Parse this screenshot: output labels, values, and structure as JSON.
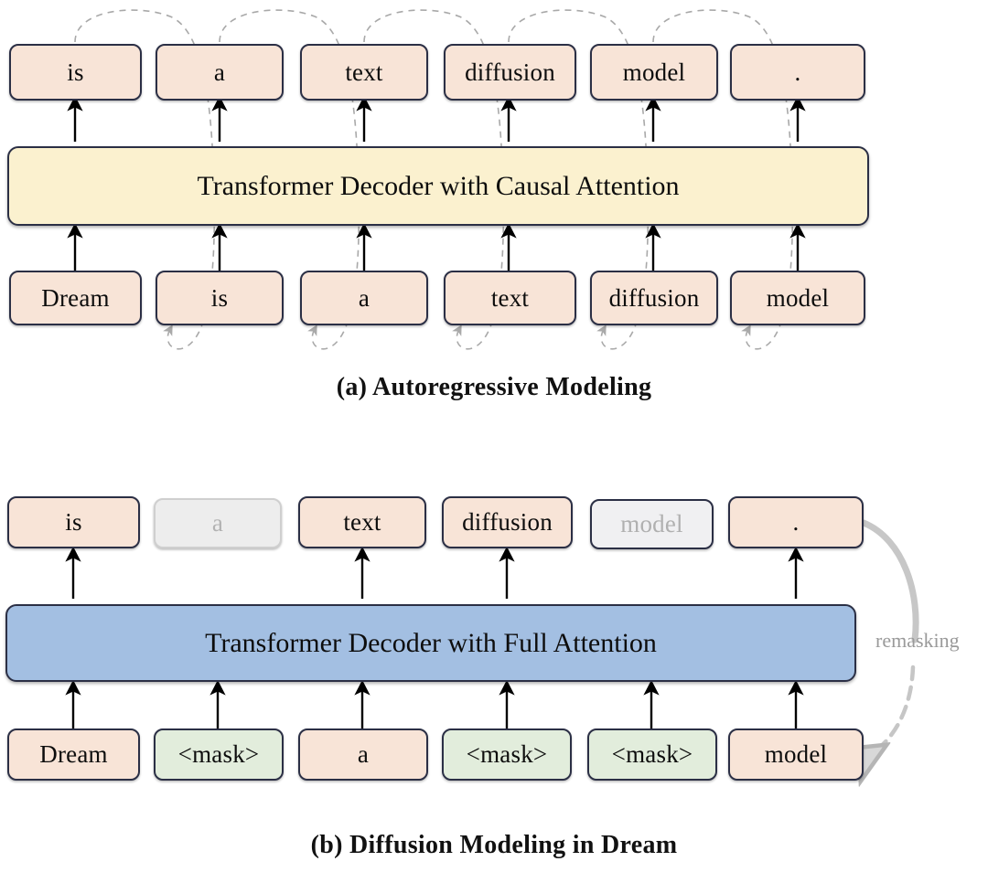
{
  "figure": {
    "panels": [
      {
        "id": "a",
        "caption": "(a) Autoregressive Modeling",
        "bar_label": "Transformer Decoder with Causal Attention",
        "bar_color": "#fbf1cf",
        "output_tokens": [
          {
            "text": "is",
            "state": "active"
          },
          {
            "text": "a",
            "state": "active"
          },
          {
            "text": "text",
            "state": "active"
          },
          {
            "text": "diffusion",
            "state": "active"
          },
          {
            "text": "model",
            "state": "active"
          },
          {
            "text": ".",
            "state": "active"
          }
        ],
        "input_tokens": [
          {
            "text": "Dream",
            "state": "active"
          },
          {
            "text": "is",
            "state": "active"
          },
          {
            "text": "a",
            "state": "active"
          },
          {
            "text": "text",
            "state": "active"
          },
          {
            "text": "diffusion",
            "state": "active"
          },
          {
            "text": "model",
            "state": "active"
          }
        ]
      },
      {
        "id": "b",
        "caption": "(b) Diffusion Modeling in Dream",
        "bar_label": "Transformer Decoder with Full Attention",
        "bar_color": "#a3bfe2",
        "remasking_label": "remasking",
        "output_tokens": [
          {
            "text": "is",
            "state": "active"
          },
          {
            "text": "a",
            "state": "greyed"
          },
          {
            "text": "text",
            "state": "active"
          },
          {
            "text": "diffusion",
            "state": "active"
          },
          {
            "text": "model",
            "state": "remasked"
          },
          {
            "text": ".",
            "state": "active"
          }
        ],
        "input_tokens": [
          {
            "text": "Dream",
            "state": "active"
          },
          {
            "text": "<mask>",
            "state": "mask"
          },
          {
            "text": "a",
            "state": "active"
          },
          {
            "text": "<mask>",
            "state": "mask"
          },
          {
            "text": "<mask>",
            "state": "mask"
          },
          {
            "text": "model",
            "state": "active"
          }
        ]
      }
    ],
    "colors": {
      "token_peach": "#f8e4d7",
      "token_green": "#e2eddc",
      "token_grey": "#ededed",
      "border_navy": "#2b2f45",
      "bar_yellow": "#fbf1cf",
      "bar_blue": "#a3bfe2",
      "arrow_black": "#000000",
      "arrow_dashed_grey": "#a9a9a9",
      "remask_grey": "#b9b9b9"
    }
  }
}
